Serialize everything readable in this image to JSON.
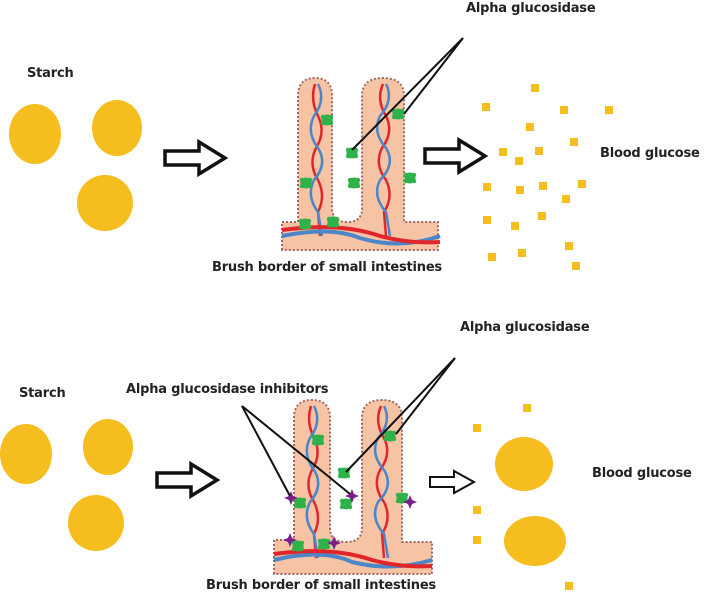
{
  "colors": {
    "starch": "#f6bd1f",
    "glucose": "#f6bd1f",
    "tissue": "#f6c4a4",
    "tissue_border": "#a06860",
    "artery": "#e0262b",
    "vein": "#4a86c8",
    "enzyme": "#2fb24a",
    "inhibitor": "#7b1e8c",
    "line": "#111111"
  },
  "panels": [
    {
      "id": "without-inhibitor",
      "starch_label": "Starch",
      "enzyme_label": "Alpha glucosidase",
      "tissue_label": "Brush border of small intestines",
      "result_label": "Blood glucose",
      "starch_granule_count": 3,
      "glucose_particle_count": 24,
      "intact_starch_in_blood_count": 0
    },
    {
      "id": "with-inhibitor",
      "starch_label": "Starch",
      "inhibitor_label": "Alpha glucosidase inhibitors",
      "enzyme_label": "Alpha glucosidase",
      "tissue_label": "Brush border of small intestines",
      "result_label": "Blood glucose",
      "starch_granule_count": 3,
      "glucose_particle_count": 5,
      "intact_starch_in_blood_count": 2
    }
  ]
}
